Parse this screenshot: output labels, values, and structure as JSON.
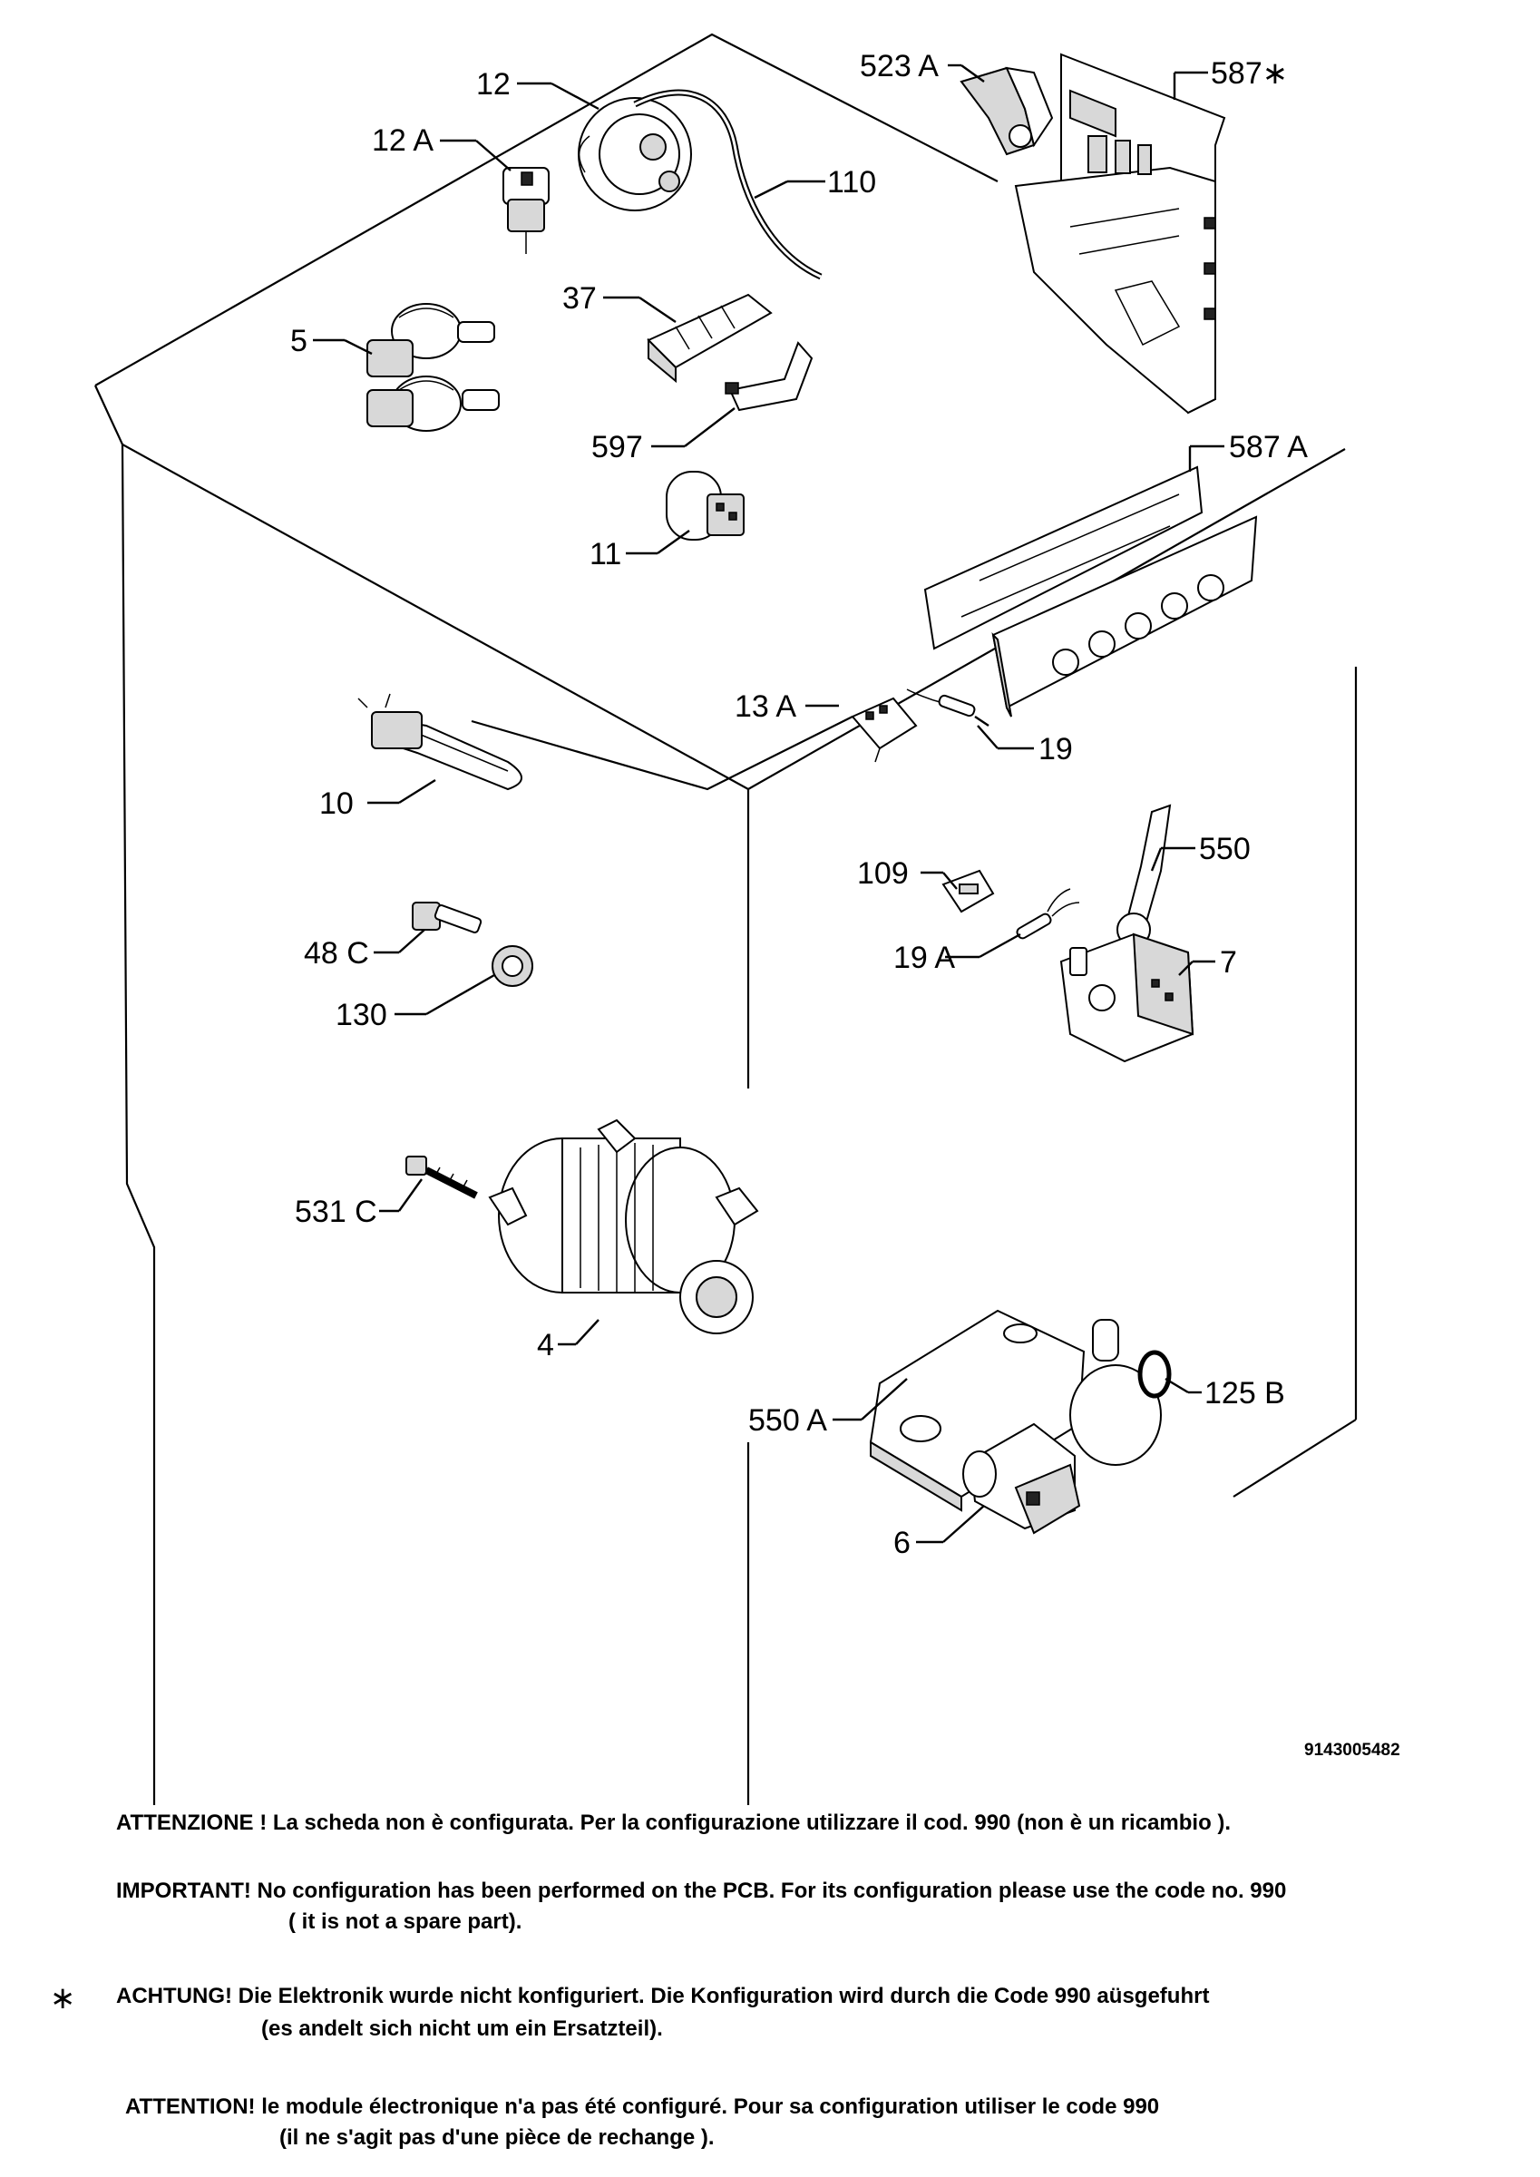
{
  "diagram": {
    "drawing_code": "9143005482",
    "labels": {
      "p12": "12",
      "p12a": "12 A",
      "p110": "110",
      "p523a": "523 A",
      "p587star": "587∗",
      "p5": "5",
      "p37": "37",
      "p597": "597",
      "p587a": "587 A",
      "p11": "11",
      "p13a": "13 A",
      "p19": "19",
      "p10": "10",
      "p550": "550",
      "p109": "109",
      "p19a": "19 A",
      "p7": "7",
      "p48c": "48 C",
      "p130": "130",
      "p531c": "531 C",
      "p4": "4",
      "p125b": "125 B",
      "p550a": "550 A",
      "p6": "6"
    }
  },
  "notes": {
    "star_symbol": "∗",
    "it_line1": "ATTENZIONE ! La scheda non è  configurata. Per la configurazione utilizzare il cod. 990 (non è un ricambio ).",
    "en_line1": "IMPORTANT! No configuration has been performed on the PCB. For its configuration please use the code no. 990",
    "en_line2": "( it is not a spare part).",
    "de_line1": "ACHTUNG! Die Elektronik wurde nicht konfiguriert. Die Konfiguration wird durch die Code 990 aüsgefuhrt",
    "de_line2": "(es andelt sich nicht um ein Ersatzteil).",
    "fr_line1": "ATTENTION! le module électronique n'a pas été configuré. Pour  sa configuration utiliser le code 990",
    "fr_line2": "(il ne s'agit pas d'une pièce de rechange )."
  }
}
